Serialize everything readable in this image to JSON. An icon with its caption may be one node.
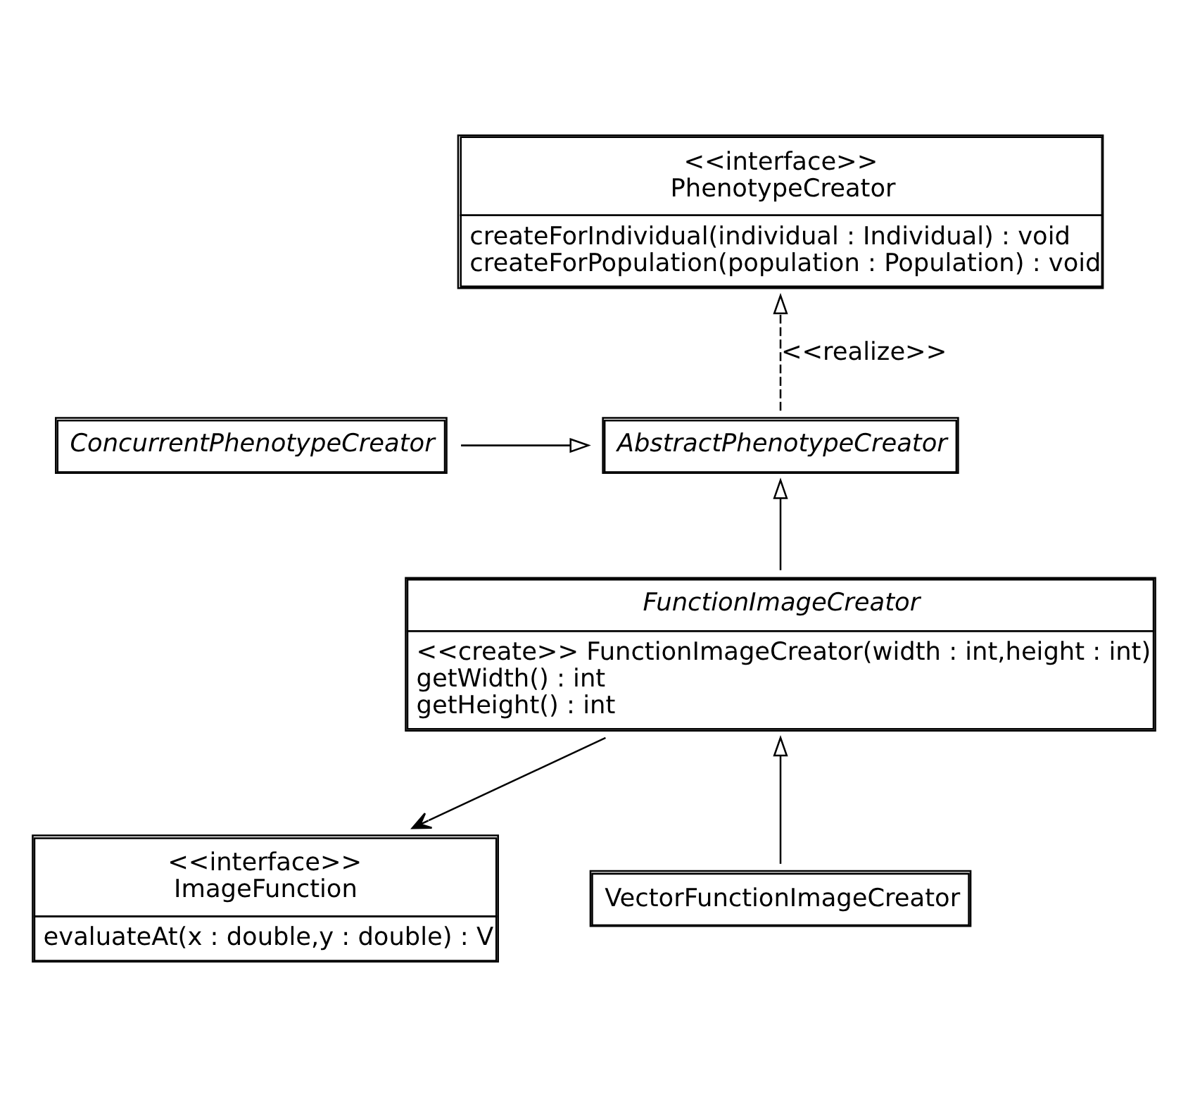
{
  "diagram": {
    "nodes": [
      {
        "text": [
          "<<interface>>",
          "PhenotypeCreator",
          "createForIndividual(individual : Individual) : void",
          "createForPopulation(population : Population) : void"
        ]
      },
      {
        "text": [
          "AbstractPhenotypeCreator"
        ]
      },
      {
        "text": [
          "ConcurrentPhenotypeCreator"
        ]
      },
      {
        "text": [
          "FunctionImageCreator",
          "<<create>> FunctionImageCreator(width : int,height : int)",
          "getWidth() : int",
          "getHeight() : int"
        ]
      },
      {
        "text": [
          "<<interface>>",
          "ImageFunction",
          "evaluateAt(x : double,y : double) : V"
        ]
      },
      {
        "text": [
          "VectorFunctionImageCreator"
        ]
      }
    ],
    "edges": [
      {
        "from": 1,
        "to": 0,
        "arrow": "to",
        "style": "dashed",
        "label": "<<realize>>"
      },
      {
        "from": 2,
        "to": 1,
        "arrow": "to"
      },
      {
        "from": 3,
        "to": 1,
        "arrow": "to"
      },
      {
        "from": 5,
        "to": 3,
        "arrow": "to"
      },
      {
        "from": 3,
        "to": 4,
        "arrow": "to"
      }
    ]
  }
}
